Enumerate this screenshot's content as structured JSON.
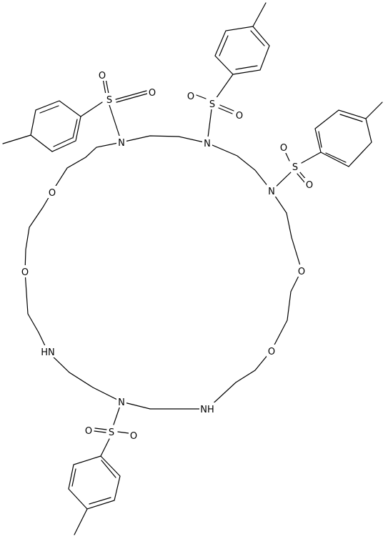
{
  "atoms": {
    "N1": "N",
    "N2": "N",
    "N3": "N",
    "N4": "N",
    "NH1": "HN",
    "NH2": "NH",
    "O1": "O",
    "O2": "O",
    "O3": "O",
    "O4": "O",
    "Ts1_S": "S",
    "Ts1_O1": "O",
    "Ts1_O2": "O",
    "Ts2_S": "S",
    "Ts2_O1": "O",
    "Ts2_O2": "O",
    "Ts3_S": "S",
    "Ts3_O1": "O",
    "Ts3_O2": "O",
    "Ts4_S": "S",
    "Ts4_O1": "O",
    "Ts4_O2": "O"
  },
  "colors": {
    "bond": "#000000",
    "background": "#ffffff",
    "text": "#000000"
  }
}
